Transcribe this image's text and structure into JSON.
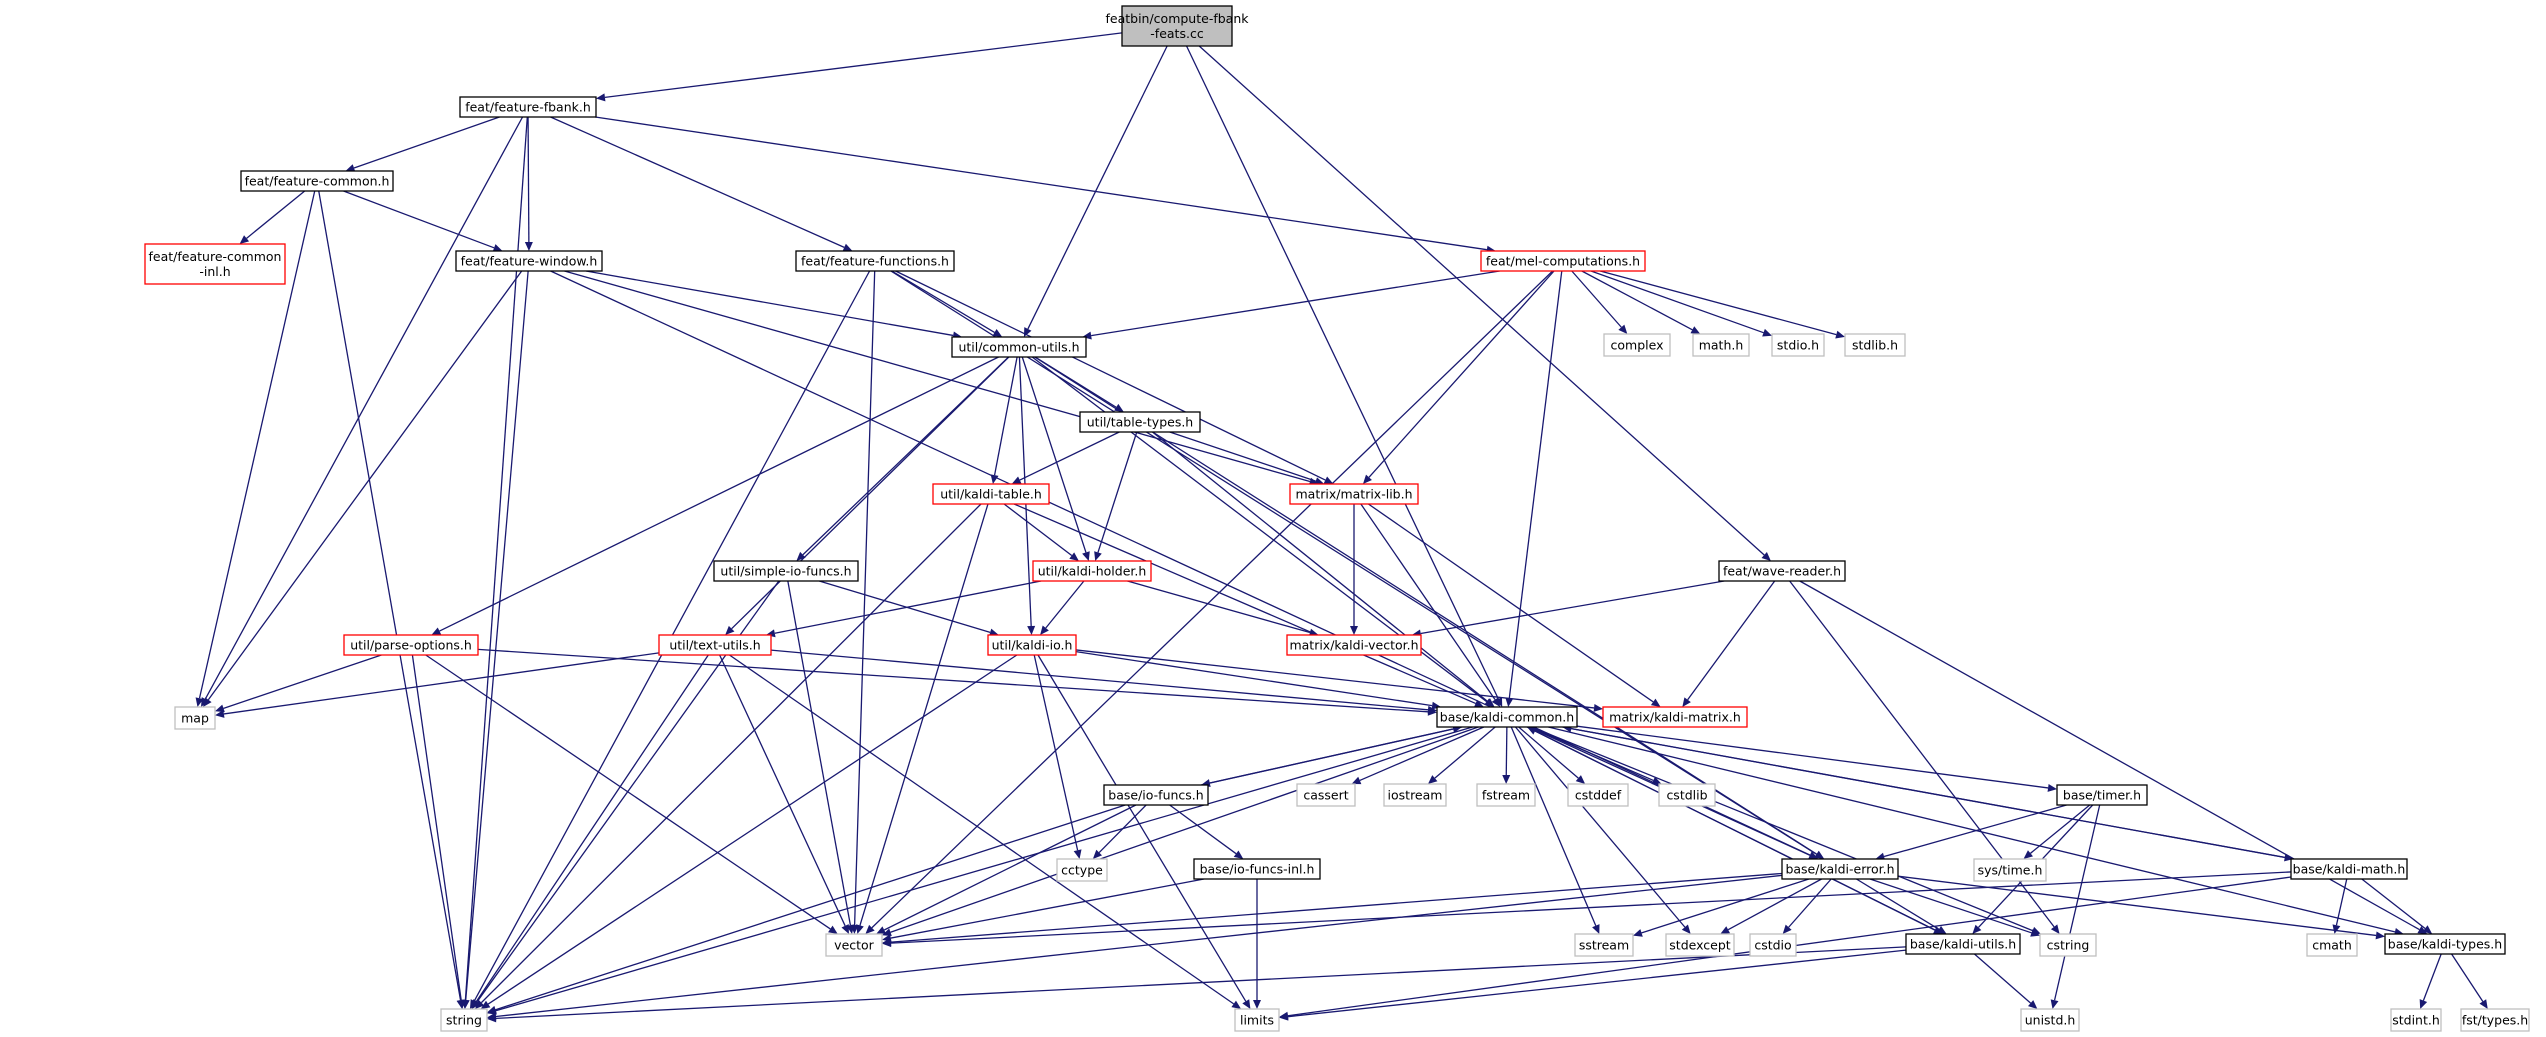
{
  "diagram": {
    "title": "",
    "colors": {
      "edge": "#191970",
      "root_fill": "#bfbfbf",
      "normal_border": "#000000",
      "truncated_border": "#ff0000",
      "external_border": "#bfbfbf",
      "external_text": "#000000"
    },
    "nodes": [
      {
        "id": "root",
        "label": [
          "featbin/compute-fbank",
          "-feats.cc"
        ],
        "kind": "root"
      },
      {
        "id": "fbank",
        "label": [
          "feat/feature-fbank.h"
        ],
        "kind": "normal"
      },
      {
        "id": "fcommon",
        "label": [
          "feat/feature-common.h"
        ],
        "kind": "normal"
      },
      {
        "id": "fcommoninl",
        "label": [
          "feat/feature-common",
          "-inl.h"
        ],
        "kind": "truncated"
      },
      {
        "id": "fwindow",
        "label": [
          "feat/feature-window.h"
        ],
        "kind": "normal"
      },
      {
        "id": "ffunctions",
        "label": [
          "feat/feature-functions.h"
        ],
        "kind": "normal"
      },
      {
        "id": "melcomp",
        "label": [
          "feat/mel-computations.h"
        ],
        "kind": "truncated"
      },
      {
        "id": "commonutils",
        "label": [
          "util/common-utils.h"
        ],
        "kind": "normal"
      },
      {
        "id": "complex",
        "label": [
          "complex"
        ],
        "kind": "external"
      },
      {
        "id": "mathh",
        "label": [
          "math.h"
        ],
        "kind": "external"
      },
      {
        "id": "stdioh",
        "label": [
          "stdio.h"
        ],
        "kind": "external"
      },
      {
        "id": "stdlibh",
        "label": [
          "stdlib.h"
        ],
        "kind": "external"
      },
      {
        "id": "tabletypes",
        "label": [
          "util/table-types.h"
        ],
        "kind": "normal"
      },
      {
        "id": "kalditable",
        "label": [
          "util/kaldi-table.h"
        ],
        "kind": "truncated"
      },
      {
        "id": "matrixlib",
        "label": [
          "matrix/matrix-lib.h"
        ],
        "kind": "truncated"
      },
      {
        "id": "simpleio",
        "label": [
          "util/simple-io-funcs.h"
        ],
        "kind": "normal"
      },
      {
        "id": "kaldiholder",
        "label": [
          "util/kaldi-holder.h"
        ],
        "kind": "truncated"
      },
      {
        "id": "wavereader",
        "label": [
          "feat/wave-reader.h"
        ],
        "kind": "normal"
      },
      {
        "id": "parseoptions",
        "label": [
          "util/parse-options.h"
        ],
        "kind": "truncated"
      },
      {
        "id": "textutils",
        "label": [
          "util/text-utils.h"
        ],
        "kind": "truncated"
      },
      {
        "id": "kaldiio",
        "label": [
          "util/kaldi-io.h"
        ],
        "kind": "truncated"
      },
      {
        "id": "kaldivector",
        "label": [
          "matrix/kaldi-vector.h"
        ],
        "kind": "truncated"
      },
      {
        "id": "map",
        "label": [
          "map"
        ],
        "kind": "external"
      },
      {
        "id": "kaldicommon",
        "label": [
          "base/kaldi-common.h"
        ],
        "kind": "normal"
      },
      {
        "id": "kaldimatrix",
        "label": [
          "matrix/kaldi-matrix.h"
        ],
        "kind": "truncated"
      },
      {
        "id": "cassert",
        "label": [
          "cassert"
        ],
        "kind": "external"
      },
      {
        "id": "iostream",
        "label": [
          "iostream"
        ],
        "kind": "external"
      },
      {
        "id": "fstream",
        "label": [
          "fstream"
        ],
        "kind": "external"
      },
      {
        "id": "cstddef",
        "label": [
          "cstddef"
        ],
        "kind": "external"
      },
      {
        "id": "cstdlib",
        "label": [
          "cstdlib"
        ],
        "kind": "external"
      },
      {
        "id": "iofuncs",
        "label": [
          "base/io-funcs.h"
        ],
        "kind": "normal"
      },
      {
        "id": "timer",
        "label": [
          "base/timer.h"
        ],
        "kind": "normal"
      },
      {
        "id": "cctype",
        "label": [
          "cctype"
        ],
        "kind": "external"
      },
      {
        "id": "iofuncsinl",
        "label": [
          "base/io-funcs-inl.h"
        ],
        "kind": "normal"
      },
      {
        "id": "kaldierror",
        "label": [
          "base/kaldi-error.h"
        ],
        "kind": "normal"
      },
      {
        "id": "systime",
        "label": [
          "sys/time.h"
        ],
        "kind": "external"
      },
      {
        "id": "kaldimath",
        "label": [
          "base/kaldi-math.h"
        ],
        "kind": "normal"
      },
      {
        "id": "vector",
        "label": [
          "vector"
        ],
        "kind": "external"
      },
      {
        "id": "sstream",
        "label": [
          "sstream"
        ],
        "kind": "external"
      },
      {
        "id": "stdexcept",
        "label": [
          "stdexcept"
        ],
        "kind": "external"
      },
      {
        "id": "cstdio",
        "label": [
          "cstdio"
        ],
        "kind": "external"
      },
      {
        "id": "kaldiutils",
        "label": [
          "base/kaldi-utils.h"
        ],
        "kind": "normal"
      },
      {
        "id": "cstring",
        "label": [
          "cstring"
        ],
        "kind": "external"
      },
      {
        "id": "cmath",
        "label": [
          "cmath"
        ],
        "kind": "external"
      },
      {
        "id": "kalditypes",
        "label": [
          "base/kaldi-types.h"
        ],
        "kind": "normal"
      },
      {
        "id": "string",
        "label": [
          "string"
        ],
        "kind": "external"
      },
      {
        "id": "limits",
        "label": [
          "limits"
        ],
        "kind": "external"
      },
      {
        "id": "unistd",
        "label": [
          "unistd.h"
        ],
        "kind": "external"
      },
      {
        "id": "stdint",
        "label": [
          "stdint.h"
        ],
        "kind": "external"
      },
      {
        "id": "fsttypes",
        "label": [
          "fst/types.h"
        ],
        "kind": "external"
      }
    ],
    "edges": [
      [
        "root",
        "fbank"
      ],
      [
        "root",
        "commonutils"
      ],
      [
        "root",
        "wavereader"
      ],
      [
        "root",
        "kaldicommon"
      ],
      [
        "fbank",
        "fcommon"
      ],
      [
        "fbank",
        "fwindow"
      ],
      [
        "fbank",
        "ffunctions"
      ],
      [
        "fbank",
        "melcomp"
      ],
      [
        "fbank",
        "map"
      ],
      [
        "fbank",
        "string"
      ],
      [
        "fcommon",
        "fcommoninl"
      ],
      [
        "fcommon",
        "fwindow"
      ],
      [
        "fcommon",
        "map"
      ],
      [
        "fcommon",
        "string"
      ],
      [
        "fwindow",
        "commonutils"
      ],
      [
        "fwindow",
        "matrixlib"
      ],
      [
        "fwindow",
        "map"
      ],
      [
        "fwindow",
        "string"
      ],
      [
        "fwindow",
        "kaldierror"
      ],
      [
        "ffunctions",
        "commonutils"
      ],
      [
        "ffunctions",
        "matrixlib"
      ],
      [
        "ffunctions",
        "vector"
      ],
      [
        "ffunctions",
        "string"
      ],
      [
        "ffunctions",
        "kaldierror"
      ],
      [
        "melcomp",
        "commonutils"
      ],
      [
        "melcomp",
        "complex"
      ],
      [
        "melcomp",
        "mathh"
      ],
      [
        "melcomp",
        "stdioh"
      ],
      [
        "melcomp",
        "stdlibh"
      ],
      [
        "melcomp",
        "matrixlib"
      ],
      [
        "melcomp",
        "kaldicommon"
      ],
      [
        "melcomp",
        "vector"
      ],
      [
        "commonutils",
        "tabletypes"
      ],
      [
        "commonutils",
        "kalditable"
      ],
      [
        "commonutils",
        "kaldiholder"
      ],
      [
        "commonutils",
        "simpleio"
      ],
      [
        "commonutils",
        "parseoptions"
      ],
      [
        "commonutils",
        "textutils"
      ],
      [
        "commonutils",
        "kaldiio"
      ],
      [
        "commonutils",
        "kaldicommon"
      ],
      [
        "commonutils",
        "kaldierror"
      ],
      [
        "tabletypes",
        "kalditable"
      ],
      [
        "tabletypes",
        "kaldiholder"
      ],
      [
        "tabletypes",
        "matrixlib"
      ],
      [
        "tabletypes",
        "kaldicommon"
      ],
      [
        "kalditable",
        "kaldiholder"
      ],
      [
        "kalditable",
        "kaldicommon"
      ],
      [
        "kalditable",
        "vector"
      ],
      [
        "kalditable",
        "string"
      ],
      [
        "matrixlib",
        "kaldivector"
      ],
      [
        "matrixlib",
        "kaldicommon"
      ],
      [
        "matrixlib",
        "kaldimatrix"
      ],
      [
        "simpleio",
        "kaldiio"
      ],
      [
        "simpleio",
        "vector"
      ],
      [
        "simpleio",
        "string"
      ],
      [
        "kaldiholder",
        "textutils"
      ],
      [
        "kaldiholder",
        "kaldiio"
      ],
      [
        "kaldiholder",
        "kaldivector"
      ],
      [
        "wavereader",
        "kaldivector"
      ],
      [
        "wavereader",
        "kaldimatrix"
      ],
      [
        "wavereader",
        "kalditypes"
      ],
      [
        "wavereader",
        "cstring"
      ],
      [
        "parseoptions",
        "map"
      ],
      [
        "parseoptions",
        "kaldicommon"
      ],
      [
        "parseoptions",
        "vector"
      ],
      [
        "parseoptions",
        "string"
      ],
      [
        "textutils",
        "map"
      ],
      [
        "textutils",
        "kaldicommon"
      ],
      [
        "textutils",
        "vector"
      ],
      [
        "textutils",
        "string"
      ],
      [
        "textutils",
        "limits"
      ],
      [
        "kaldiio",
        "kaldicommon"
      ],
      [
        "kaldiio",
        "kaldimatrix"
      ],
      [
        "kaldiio",
        "cctype"
      ],
      [
        "kaldiio",
        "limits"
      ],
      [
        "kaldiio",
        "string"
      ],
      [
        "kaldicommon",
        "cassert"
      ],
      [
        "kaldicommon",
        "iostream"
      ],
      [
        "kaldicommon",
        "fstream"
      ],
      [
        "kaldicommon",
        "cstddef"
      ],
      [
        "kaldicommon",
        "cstdlib"
      ],
      [
        "kaldicommon",
        "iofuncs"
      ],
      [
        "kaldicommon",
        "timer"
      ],
      [
        "kaldicommon",
        "kaldierror"
      ],
      [
        "kaldicommon",
        "kaldiutils"
      ],
      [
        "kaldicommon",
        "kaldimath"
      ],
      [
        "kaldicommon",
        "vector"
      ],
      [
        "kaldicommon",
        "string"
      ],
      [
        "kaldicommon",
        "sstream"
      ],
      [
        "kaldicommon",
        "stdexcept"
      ],
      [
        "kaldicommon",
        "cstring"
      ],
      [
        "kaldicommon",
        "kalditypes"
      ],
      [
        "iofuncs",
        "kaldicommon"
      ],
      [
        "iofuncs",
        "cctype"
      ],
      [
        "iofuncs",
        "iofuncsinl"
      ],
      [
        "iofuncs",
        "vector"
      ],
      [
        "iofuncs",
        "string"
      ],
      [
        "iofuncsinl",
        "vector"
      ],
      [
        "iofuncsinl",
        "limits"
      ],
      [
        "timer",
        "systime"
      ],
      [
        "timer",
        "kaldierror"
      ],
      [
        "timer",
        "kaldiutils"
      ],
      [
        "timer",
        "unistd"
      ],
      [
        "kaldierror",
        "vector"
      ],
      [
        "kaldierror",
        "sstream"
      ],
      [
        "kaldierror",
        "stdexcept"
      ],
      [
        "kaldierror",
        "cstdio"
      ],
      [
        "kaldierror",
        "kaldiutils"
      ],
      [
        "kaldierror",
        "cstring"
      ],
      [
        "kaldierror",
        "kalditypes"
      ],
      [
        "kaldierror",
        "string"
      ],
      [
        "kaldimath",
        "kaldicommon"
      ],
      [
        "kaldimath",
        "vector"
      ],
      [
        "kaldimath",
        "cmath"
      ],
      [
        "kaldimath",
        "limits"
      ],
      [
        "kaldimath",
        "kalditypes"
      ],
      [
        "kaldiutils",
        "kaldicommon"
      ],
      [
        "kaldiutils",
        "string"
      ],
      [
        "kaldiutils",
        "limits"
      ],
      [
        "kaldiutils",
        "unistd"
      ],
      [
        "kalditypes",
        "stdint"
      ],
      [
        "kalditypes",
        "fsttypes"
      ]
    ]
  }
}
